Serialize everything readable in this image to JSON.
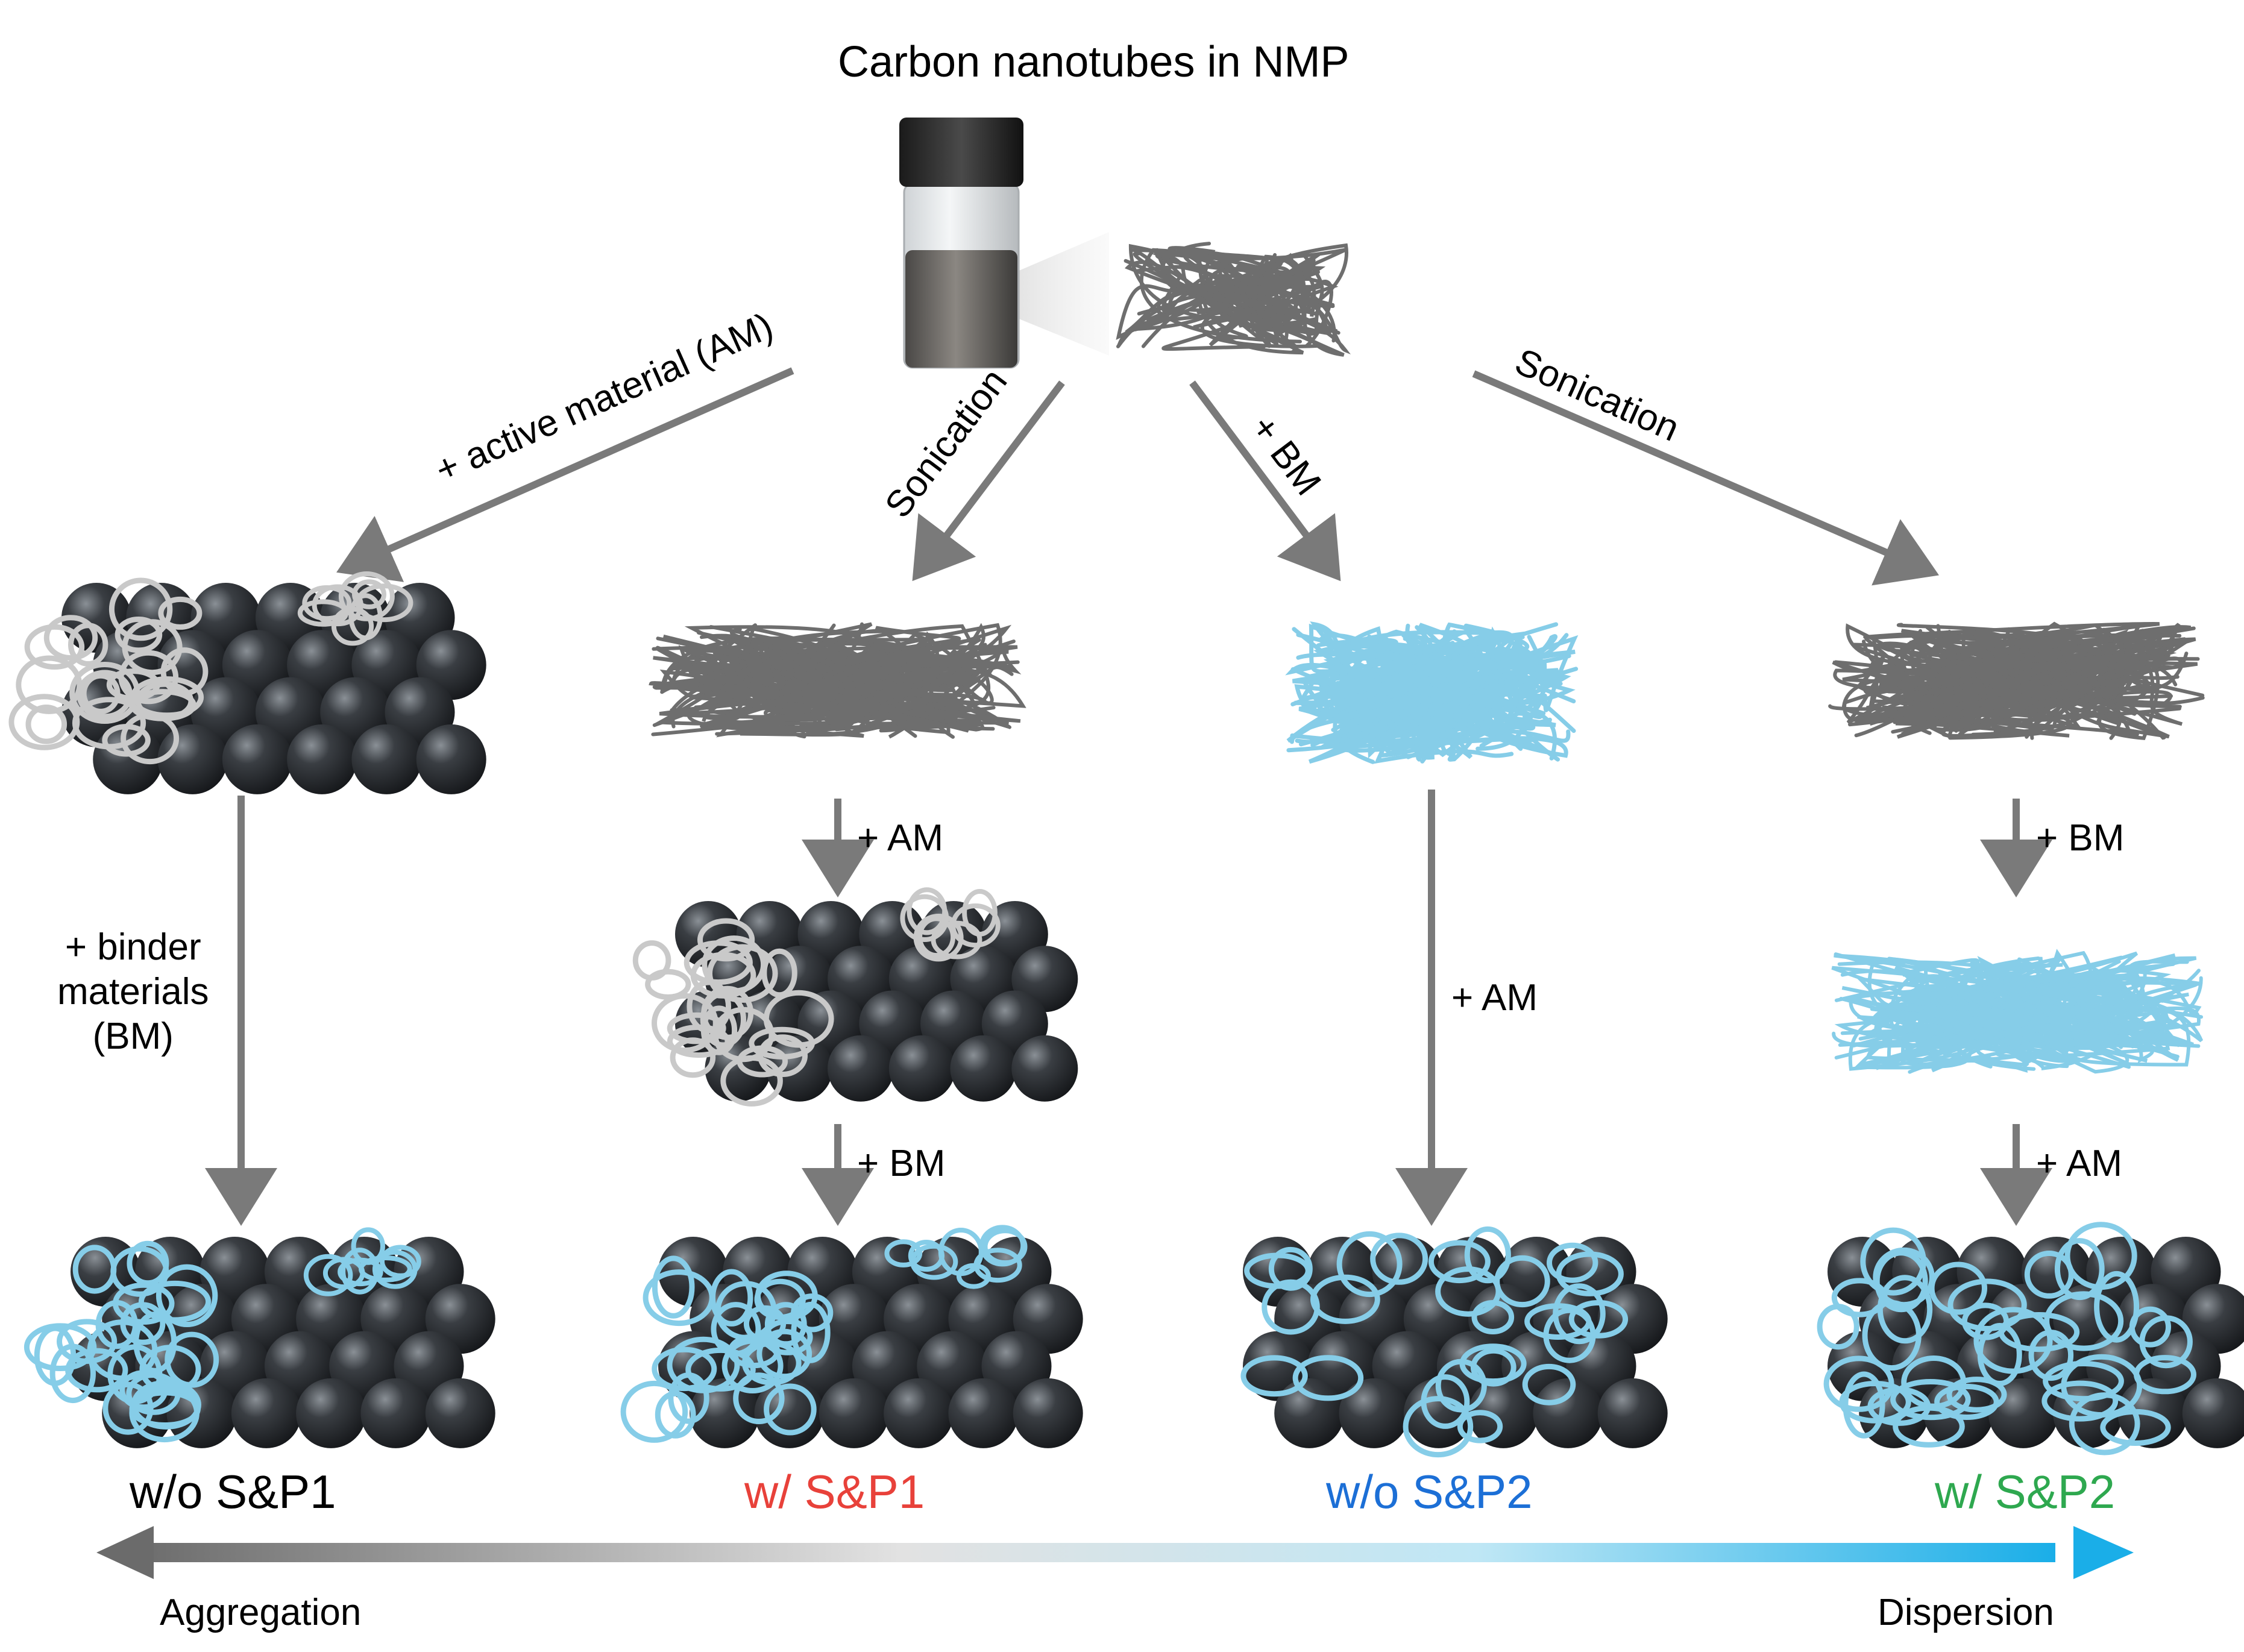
{
  "title": "Carbon nanotubes in NMP",
  "steps": {
    "add_am": "+ active material (AM)",
    "sonication_1": "Sonication",
    "add_bm_diag": "+ BM",
    "sonication_2": "Sonication",
    "binder": [
      "+ binder",
      "materials",
      "(BM)"
    ],
    "p2_add_am": "+ AM",
    "p2_add_bm": "+ BM",
    "p3_add_am": "+ AM",
    "p4_add_bm": "+ BM",
    "p4_add_am": "+ AM"
  },
  "outcomes": [
    {
      "prefix": "w/o",
      "name": "S&P1",
      "prefix_color": "#000000",
      "name_color": "#000000"
    },
    {
      "prefix": "w/",
      "name": "S&P1",
      "prefix_color": "#e8413a",
      "name_color": "#e8413a"
    },
    {
      "prefix": "w/o",
      "name": "S&P2",
      "prefix_color": "#1c6fd6",
      "name_color": "#1c6fd6"
    },
    {
      "prefix": "w/",
      "name": "S&P2",
      "prefix_color": "#2ea84f",
      "name_color": "#2ea84f"
    }
  ],
  "axis": {
    "left": "Aggregation",
    "right": "Dispersion"
  },
  "colors": {
    "arrow": "#7a7a7a",
    "cnt_gray": "#6e6e6e",
    "cnt_light": "#c9c9c9",
    "cnt_blue": "#86cde8",
    "sphere": "#2c2f33",
    "gradient_start": "#6b6b6b",
    "gradient_end": "#1aaee8"
  }
}
